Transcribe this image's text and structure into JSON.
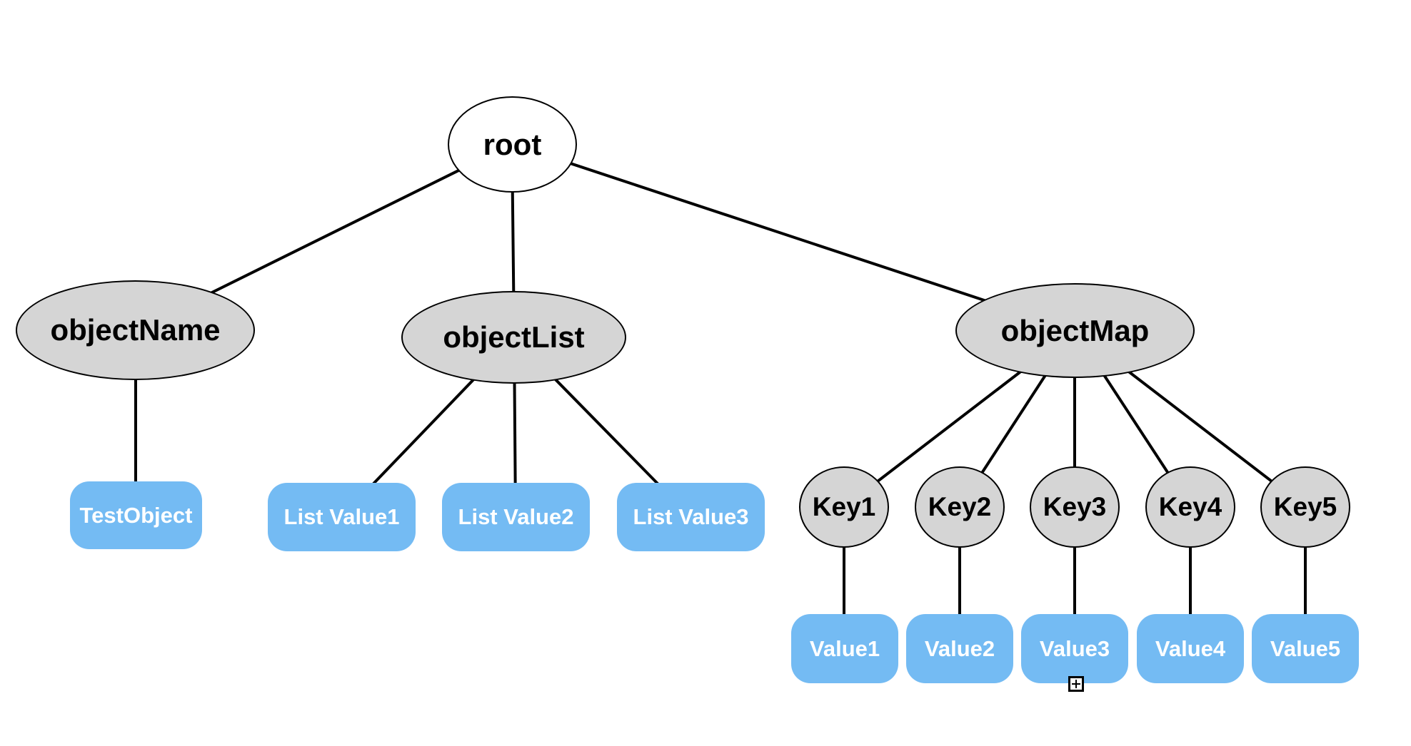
{
  "diagram": {
    "background": "#ffffff",
    "colors": {
      "branch_node_fill": "#d5d5d5",
      "leaf_node_fill": "#74bbf3",
      "root_node_fill": "#ffffff",
      "edge_stroke": "#000000",
      "branch_text": "#000000",
      "leaf_text": "#ffffff"
    },
    "nodes": {
      "root": {
        "label": "root"
      },
      "object_name": {
        "label": "objectName"
      },
      "object_list": {
        "label": "objectList"
      },
      "object_map": {
        "label": "objectMap"
      },
      "test_object": {
        "label": "TestObject"
      },
      "list_values": [
        {
          "label": "List Value1"
        },
        {
          "label": "List Value2"
        },
        {
          "label": "List Value3"
        }
      ],
      "keys": [
        {
          "label": "Key1"
        },
        {
          "label": "Key2"
        },
        {
          "label": "Key3"
        },
        {
          "label": "Key4"
        },
        {
          "label": "Key5"
        }
      ],
      "values": [
        {
          "label": "Value1"
        },
        {
          "label": "Value2"
        },
        {
          "label": "Value3"
        },
        {
          "label": "Value4"
        },
        {
          "label": "Value5"
        }
      ]
    },
    "edges": [
      {
        "from": "root",
        "to": "objectName"
      },
      {
        "from": "root",
        "to": "objectList"
      },
      {
        "from": "root",
        "to": "objectMap"
      },
      {
        "from": "objectName",
        "to": "TestObject"
      },
      {
        "from": "objectList",
        "to": "List Value1"
      },
      {
        "from": "objectList",
        "to": "List Value2"
      },
      {
        "from": "objectList",
        "to": "List Value3"
      },
      {
        "from": "objectMap",
        "to": "Key1"
      },
      {
        "from": "objectMap",
        "to": "Key2"
      },
      {
        "from": "objectMap",
        "to": "Key3"
      },
      {
        "from": "objectMap",
        "to": "Key4"
      },
      {
        "from": "objectMap",
        "to": "Key5"
      },
      {
        "from": "Key1",
        "to": "Value1"
      },
      {
        "from": "Key2",
        "to": "Value2"
      },
      {
        "from": "Key3",
        "to": "Value3"
      },
      {
        "from": "Key4",
        "to": "Value4"
      },
      {
        "from": "Key5",
        "to": "Value5"
      }
    ],
    "cursor": {
      "icon": "plus-crosshair"
    }
  }
}
